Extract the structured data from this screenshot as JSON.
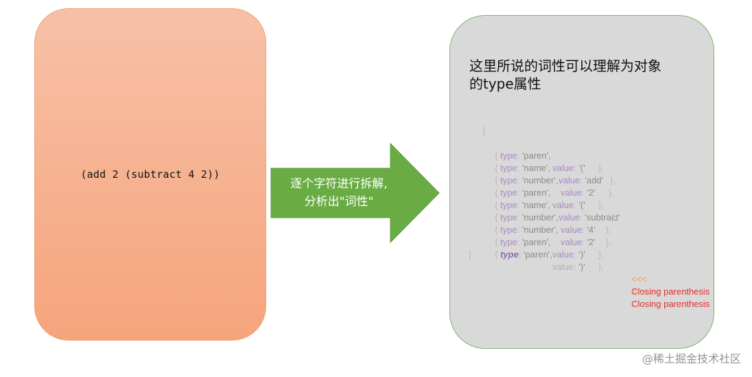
{
  "source_code": "(add 2 (subtract 4 2))",
  "arrow": {
    "line1": "逐个字符进行拆解,",
    "line2": "分析出\"词性\"",
    "color": "#6aac44"
  },
  "result": {
    "heading_line1": "这里所说的词性可以理解为对象",
    "heading_line2": "的type属性",
    "open_bracket": "[",
    "close_bracket": "]",
    "tokens": [
      {
        "open": "{ ",
        "type_key": "type",
        "type_sep": ": ",
        "type_val": "'paren',",
        "value_key": "value",
        "value_sep": ": ",
        "value_val": "'('",
        "close": "},",
        "arrow": "",
        "note": ""
      },
      {
        "open": "{ ",
        "type_key": "type",
        "type_sep": ": ",
        "type_val": "'name',",
        "value_key": "value",
        "value_sep": ": ",
        "value_val": "'add'",
        "close": "},",
        "arrow": "",
        "note": ""
      },
      {
        "open": "{ ",
        "type_key": "type",
        "type_sep": ": ",
        "type_val": "'number',",
        "value_key": "value",
        "value_sep": ": ",
        "value_val": "'2'",
        "close": "},",
        "arrow": "",
        "note": ""
      },
      {
        "open": "{ ",
        "type_key": "type",
        "type_sep": ": ",
        "type_val": "'paren',",
        "value_key": "value",
        "value_sep": ": ",
        "value_val": "'('",
        "close": "},",
        "arrow": "",
        "note": ""
      },
      {
        "open": "{ ",
        "type_key": "type",
        "type_sep": ": ",
        "type_val": "'name',",
        "value_key": "value",
        "value_sep": ": ",
        "value_val": "'subtract'",
        "close": "},",
        "arrow": "",
        "note": ""
      },
      {
        "open": "{ ",
        "type_key": "type",
        "type_sep": ": ",
        "type_val": "'number',",
        "value_key": "value",
        "value_sep": ": ",
        "value_val": "'4'",
        "close": "},",
        "arrow": "",
        "note": ""
      },
      {
        "open": "{ ",
        "type_key": "type",
        "type_sep": ": ",
        "type_val": "'number',",
        "value_key": "value",
        "value_sep": ": ",
        "value_val": "'2'",
        "close": "},",
        "arrow": "",
        "note": ""
      },
      {
        "open": "{ ",
        "type_key": "type",
        "type_sep": ": ",
        "type_val": "'paren',",
        "value_key": "value",
        "value_sep": ": ",
        "value_val": "')'",
        "close": "},",
        "arrow": "<<<",
        "note": "Closing parenthesis"
      },
      {
        "open": "{ ",
        "type_key": "type",
        "type_sep": ": ",
        "type_val": "'paren',",
        "value_key": "value",
        "value_sep": ": ",
        "value_val": "')'",
        "close": "},",
        "arrow": "<<<",
        "note": "Closing parenthesis"
      }
    ]
  },
  "watermark": "@稀土掘金技术社区",
  "colors": {
    "left_box_top": "#f7c1a7",
    "left_box_bottom": "#f6a47c",
    "left_box_border": "#f0a27b",
    "right_box_fill": "#d9d9d9",
    "right_box_border": "#7fb56a",
    "note_red": "#e03030",
    "arrow_marker_orange": "#e8a060"
  }
}
